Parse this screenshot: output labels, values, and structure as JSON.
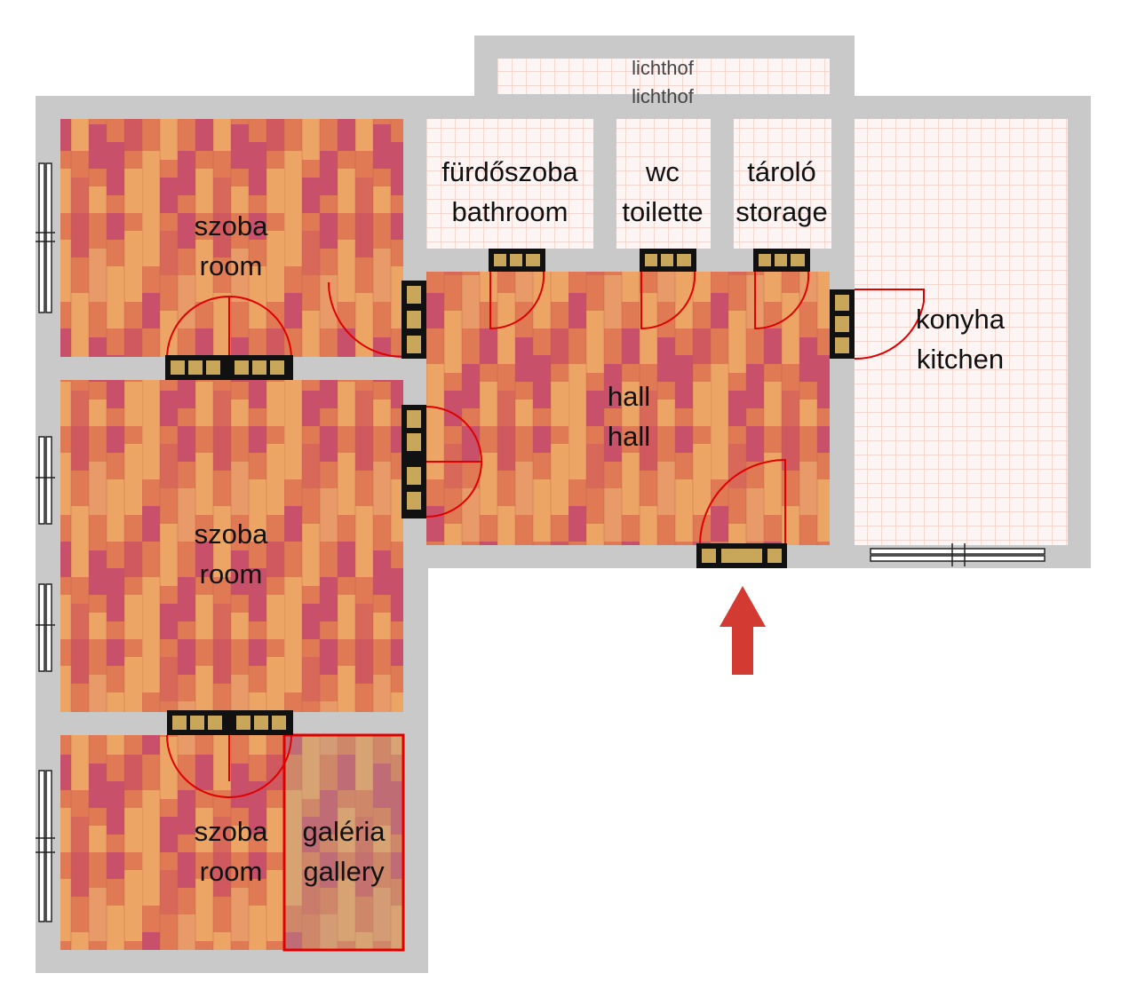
{
  "rooms": {
    "room_top": {
      "line1": "szoba",
      "line2": "room"
    },
    "room_middle": {
      "line1": "szoba",
      "line2": "room"
    },
    "room_bottom": {
      "line1": "szoba",
      "line2": "room"
    },
    "gallery": {
      "line1": "galéria",
      "line2": "gallery"
    },
    "bathroom": {
      "line1": "fürdőszoba",
      "line2": "bathroom"
    },
    "toilet": {
      "line1": "wc",
      "line2": "toilette"
    },
    "storage": {
      "line1": "tároló",
      "line2": "storage"
    },
    "kitchen": {
      "line1": "konyha",
      "line2": "kitchen"
    },
    "hall": {
      "line1": "hall",
      "line2": "hall"
    },
    "lichthof": {
      "line1": "lichthof",
      "line2": "lichthof"
    }
  },
  "colors": {
    "wall": "#c9c9c9",
    "wood_base": "#e07a55",
    "wood_light": "#eda565",
    "wood_dark": "#c9506a",
    "tile_bg": "#fcf5f3",
    "tile_grid": "#f0c4bc",
    "door_swing": "#e00000",
    "door_frame": "#111111",
    "door_panel": "#c9a75a",
    "entrance_arrow": "#d23a32",
    "gallery_outline": "#e00000"
  }
}
